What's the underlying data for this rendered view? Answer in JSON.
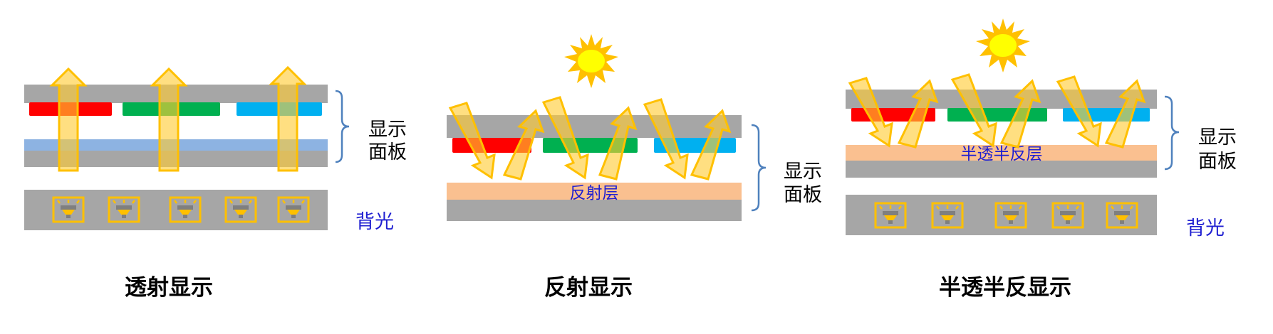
{
  "colors": {
    "gray_layer": "#a6a6a6",
    "red_filter": "#ff0000",
    "green_filter": "#00b050",
    "blue_filter": "#00b0f0",
    "backlight_plate": "#8db3e2",
    "reflector": "#fac090",
    "light_arrow": "#ffc000",
    "sun": "#ffff00",
    "sun_ray": "#ffc000",
    "brace": "#4f81bd",
    "label_blue": "#1f1fd1"
  },
  "icons": [
    "sun-icon",
    "led-lamp-icon",
    "light-arrow-icon",
    "curly-brace-icon"
  ],
  "panels": {
    "transmissive": {
      "caption": "透射显示",
      "panel_label_line1": "显示",
      "panel_label_line2": "面板",
      "backlight_label": "背光",
      "led_count": 5
    },
    "reflective": {
      "caption": "反射显示",
      "panel_label_line1": "显示",
      "panel_label_line2": "面板",
      "reflector_label": "反射层"
    },
    "transflective": {
      "caption": "半透半反显示",
      "panel_label_line1": "显示",
      "panel_label_line2": "面板",
      "transflector_label": "半透半反层",
      "backlight_label": "背光",
      "led_count": 5
    }
  }
}
